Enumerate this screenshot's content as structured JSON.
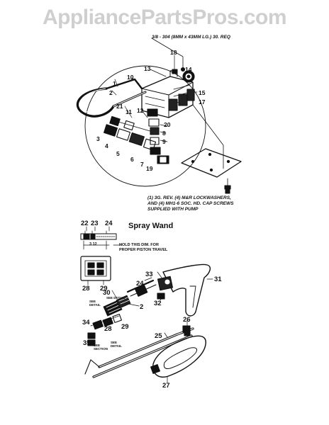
{
  "watermark": "AppliancePartsPros.com",
  "section_title": "Spray Wand",
  "notes": {
    "top_note": "3/8 - 304 (8MM x 43MM LG.) 30. REQ",
    "pump_note": [
      "(1) 3G. REV. (4) M&R LOCKWASHERS,",
      "AND (4) MH1-6 SOC. HD. CAP SCREWS",
      "SUPPLIED WITH PUMP"
    ],
    "dimension_note": [
      "HOLD THIS DIM. FOR",
      "PROPER PISTON TRAVEL"
    ],
    "dimension_value": "3 12",
    "wand_hint_left": [
      "SEE",
      "DETAIL"
    ],
    "wand_hint_a": [
      "SEE DETAIL"
    ],
    "wand_hint_b": [
      "SEE",
      "SECTION"
    ],
    "wand_hint_c": [
      "SEE",
      "DETAIL"
    ]
  },
  "callouts": {
    "upper": [
      {
        "id": "c18top",
        "text": "18"
      },
      {
        "id": "c13",
        "text": "13"
      },
      {
        "id": "c14",
        "text": "14"
      },
      {
        "id": "c10",
        "text": "10"
      },
      {
        "id": "c1",
        "text": "1"
      },
      {
        "id": "c2",
        "text": "2"
      },
      {
        "id": "c15",
        "text": "15"
      },
      {
        "id": "c17",
        "text": "17"
      },
      {
        "id": "c21",
        "text": "21"
      },
      {
        "id": "c11",
        "text": "11"
      },
      {
        "id": "c12",
        "text": "12"
      },
      {
        "id": "c20",
        "text": "20"
      },
      {
        "id": "c3",
        "text": "3"
      },
      {
        "id": "c4",
        "text": "4"
      },
      {
        "id": "c5",
        "text": "5"
      },
      {
        "id": "c6",
        "text": "6"
      },
      {
        "id": "c7",
        "text": "7"
      },
      {
        "id": "c8",
        "text": "8"
      },
      {
        "id": "c9",
        "text": "9"
      },
      {
        "id": "c19",
        "text": "19"
      }
    ],
    "lower": [
      {
        "id": "w22",
        "text": "22"
      },
      {
        "id": "w23",
        "text": "23"
      },
      {
        "id": "w24a",
        "text": "24"
      },
      {
        "id": "w28a",
        "text": "28"
      },
      {
        "id": "w29a",
        "text": "29"
      },
      {
        "id": "w33",
        "text": "33"
      },
      {
        "id": "w24b",
        "text": "24"
      },
      {
        "id": "w31",
        "text": "31"
      },
      {
        "id": "w30",
        "text": "30"
      },
      {
        "id": "w32",
        "text": "32"
      },
      {
        "id": "w2",
        "text": "2"
      },
      {
        "id": "w34",
        "text": "34"
      },
      {
        "id": "w28b",
        "text": "28"
      },
      {
        "id": "w29b",
        "text": "29"
      },
      {
        "id": "w25",
        "text": "25"
      },
      {
        "id": "w26",
        "text": "26"
      },
      {
        "id": "w35",
        "text": "35"
      },
      {
        "id": "w27",
        "text": "27"
      }
    ]
  },
  "colors": {
    "ink": "#111111",
    "watermark": "#cfcfcf",
    "paper": "#ffffff"
  }
}
